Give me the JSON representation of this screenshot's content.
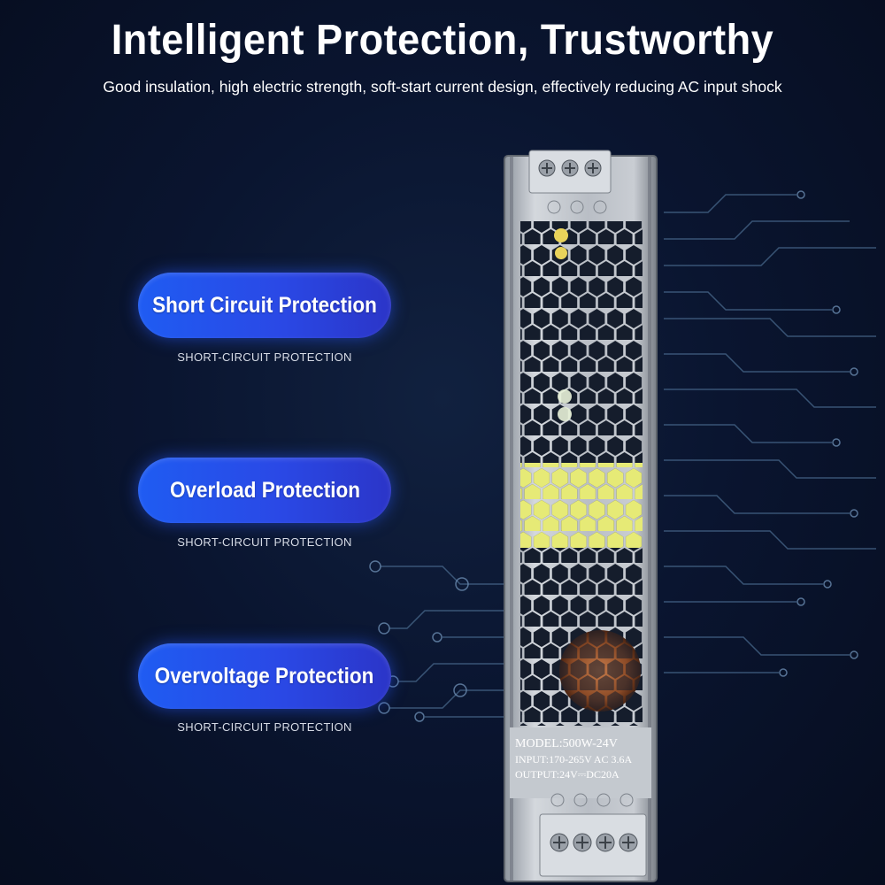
{
  "header": {
    "title": "Intelligent Protection, Trustworthy",
    "subtitle": "Good insulation, high electric strength, soft-start current design, effectively reducing AC input shock"
  },
  "features": [
    {
      "label": "Short Circuit Protection",
      "caption": "SHORT-CIRCUIT PROTECTION"
    },
    {
      "label": "Overload Protection",
      "caption": "SHORT-CIRCUIT PROTECTION"
    },
    {
      "label": "Overvoltage Protection",
      "caption": "SHORT-CIRCUIT PROTECTION"
    }
  ],
  "product_label": {
    "model": "MODEL:500W-24V",
    "input": "INPUT:170-265V AC 3.6A",
    "output": "OUTPUT:24V⎓DC20A"
  },
  "colors": {
    "background": "#0a1530",
    "pill_blue": "#2a49e6",
    "circuit_line": "#4a6a8c"
  },
  "icons": [
    "circuit-lines-decoration",
    "terminal-screw-icon"
  ]
}
